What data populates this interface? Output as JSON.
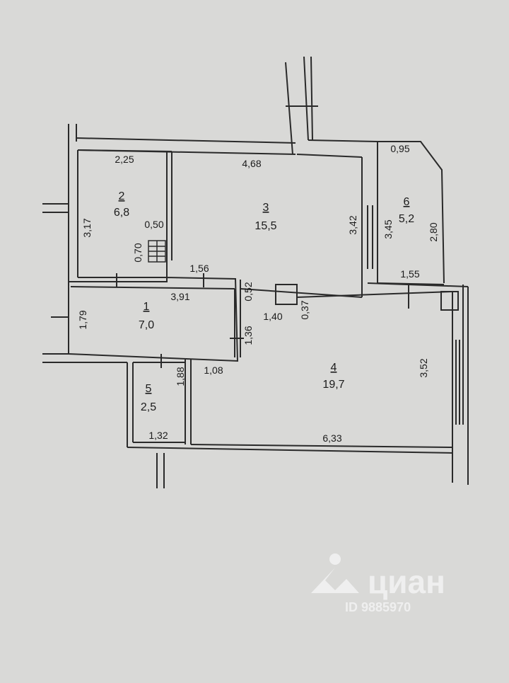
{
  "rooms": [
    {
      "id": "2",
      "number": "2",
      "area": "6,8"
    },
    {
      "id": "3",
      "number": "3",
      "area": "15,5"
    },
    {
      "id": "6",
      "number": "6",
      "area": "5,2"
    },
    {
      "id": "1",
      "number": "1",
      "area": "7,0"
    },
    {
      "id": "4",
      "number": "4",
      "area": "19,7"
    },
    {
      "id": "5",
      "number": "5",
      "area": "2,5"
    }
  ],
  "dimensions": {
    "d_225": "2,25",
    "d_468": "4,68",
    "d_095": "0,95",
    "d_317": "3,17",
    "d_050": "0,50",
    "d_070": "0,70",
    "d_342": "3,42",
    "d_345": "3,45",
    "d_280": "2,80",
    "d_156": "1,56",
    "d_391": "3,91",
    "d_052": "0,52",
    "d_155": "1,55",
    "d_140": "1,40",
    "d_037": "0,37",
    "d_179": "1,79",
    "d_136": "1,36",
    "d_188": "1,88",
    "d_108": "1,08",
    "d_352": "3,52",
    "d_132": "1,32",
    "d_633": "6,33"
  },
  "watermark": {
    "brand": "циан",
    "id_text": "ID 9885970",
    "logo": "cian-logo-icon"
  }
}
